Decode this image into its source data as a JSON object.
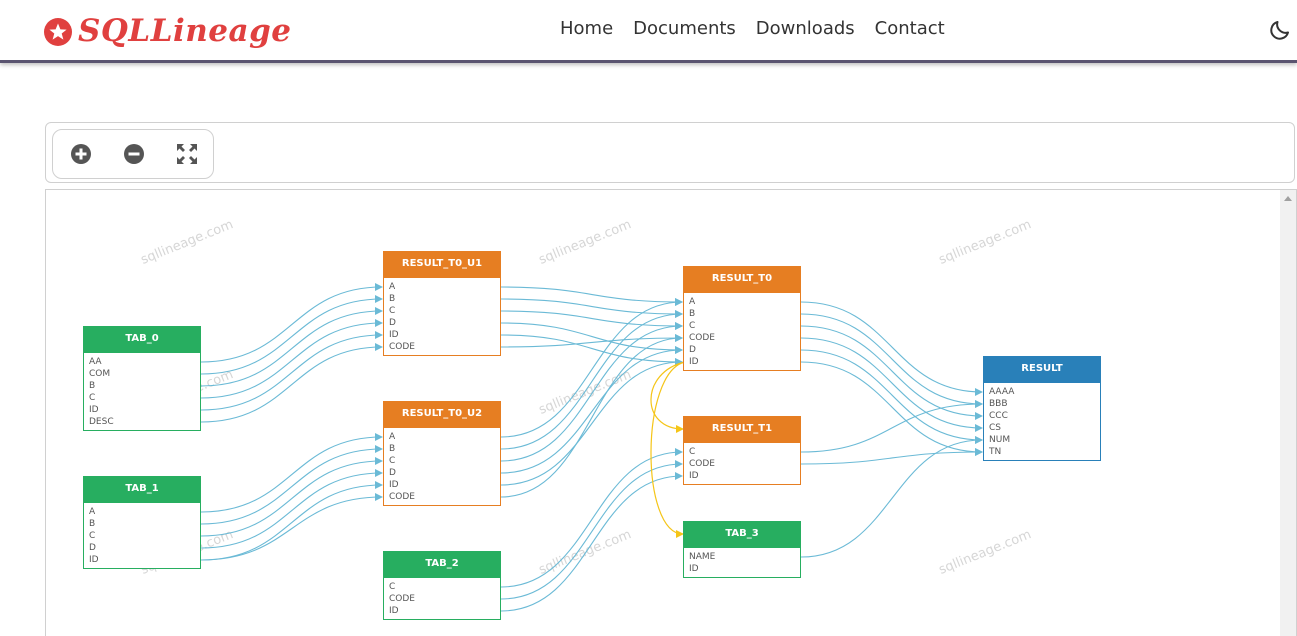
{
  "app": {
    "logo_text": "SQLLineage"
  },
  "nav": {
    "items": [
      {
        "label": "Home"
      },
      {
        "label": "Documents"
      },
      {
        "label": "Downloads"
      },
      {
        "label": "Contact"
      }
    ]
  },
  "toolbar": {
    "zoom_in_icon": "plus-circle-icon",
    "zoom_out_icon": "minus-circle-icon",
    "fullscreen_icon": "expand-icon"
  },
  "watermark": "sqllineage.com",
  "colors": {
    "brand": "#e0403f",
    "source_table": "#27ae60",
    "intermediate_table": "#e67e22",
    "target_table": "#2980b9",
    "column_edge": "#6bbad6",
    "table_edge": "#f5c518"
  },
  "graph": {
    "nodes": [
      {
        "id": "TAB_0",
        "type": "green",
        "title": "TAB_0",
        "fields": [
          "AA",
          "COM",
          "B",
          "C",
          "ID",
          "DESC"
        ]
      },
      {
        "id": "TAB_1",
        "type": "green",
        "title": "TAB_1",
        "fields": [
          "A",
          "B",
          "C",
          "D",
          "ID"
        ]
      },
      {
        "id": "TAB_2",
        "type": "green",
        "title": "TAB_2",
        "fields": [
          "C",
          "CODE",
          "ID"
        ]
      },
      {
        "id": "RESULT_T0_U1",
        "type": "orange",
        "title": "RESULT_T0_U1",
        "fields": [
          "A",
          "B",
          "C",
          "D",
          "ID",
          "CODE"
        ]
      },
      {
        "id": "RESULT_T0_U2",
        "type": "orange",
        "title": "RESULT_T0_U2",
        "fields": [
          "A",
          "B",
          "C",
          "D",
          "ID",
          "CODE"
        ]
      },
      {
        "id": "RESULT_T0",
        "type": "orange",
        "title": "RESULT_T0",
        "fields": [
          "A",
          "B",
          "C",
          "CODE",
          "D",
          "ID"
        ]
      },
      {
        "id": "RESULT_T1",
        "type": "orange",
        "title": "RESULT_T1",
        "fields": [
          "C",
          "CODE",
          "ID"
        ]
      },
      {
        "id": "TAB_3",
        "type": "green",
        "title": "TAB_3",
        "fields": [
          "NAME",
          "ID"
        ]
      },
      {
        "id": "RESULT",
        "type": "blue",
        "title": "RESULT",
        "fields": [
          "AAAA",
          "BBB",
          "CCC",
          "CS",
          "NUM",
          "TN"
        ]
      }
    ],
    "edges": [
      [
        "TAB_0",
        0,
        "RESULT_T0_U1",
        0
      ],
      [
        "TAB_0",
        1,
        "RESULT_T0_U1",
        1
      ],
      [
        "TAB_0",
        2,
        "RESULT_T0_U1",
        2
      ],
      [
        "TAB_0",
        3,
        "RESULT_T0_U1",
        3
      ],
      [
        "TAB_0",
        4,
        "RESULT_T0_U1",
        4
      ],
      [
        "TAB_0",
        5,
        "RESULT_T0_U1",
        5
      ],
      [
        "TAB_1",
        0,
        "RESULT_T0_U2",
        0
      ],
      [
        "TAB_1",
        1,
        "RESULT_T0_U2",
        1
      ],
      [
        "TAB_1",
        2,
        "RESULT_T0_U2",
        2
      ],
      [
        "TAB_1",
        3,
        "RESULT_T0_U2",
        3
      ],
      [
        "TAB_1",
        4,
        "RESULT_T0_U2",
        4
      ],
      [
        "TAB_1",
        4,
        "RESULT_T0_U2",
        5
      ],
      [
        "RESULT_T0_U1",
        0,
        "RESULT_T0",
        0
      ],
      [
        "RESULT_T0_U1",
        1,
        "RESULT_T0",
        1
      ],
      [
        "RESULT_T0_U1",
        2,
        "RESULT_T0",
        2
      ],
      [
        "RESULT_T0_U1",
        3,
        "RESULT_T0",
        4
      ],
      [
        "RESULT_T0_U1",
        4,
        "RESULT_T0",
        5
      ],
      [
        "RESULT_T0_U1",
        5,
        "RESULT_T0",
        3
      ],
      [
        "RESULT_T0_U2",
        0,
        "RESULT_T0",
        0
      ],
      [
        "RESULT_T0_U2",
        1,
        "RESULT_T0",
        1
      ],
      [
        "RESULT_T0_U2",
        2,
        "RESULT_T0",
        2
      ],
      [
        "RESULT_T0_U2",
        3,
        "RESULT_T0",
        4
      ],
      [
        "RESULT_T0_U2",
        4,
        "RESULT_T0",
        5
      ],
      [
        "RESULT_T0_U2",
        5,
        "RESULT_T0",
        3
      ],
      [
        "TAB_2",
        0,
        "RESULT_T1",
        0
      ],
      [
        "TAB_2",
        1,
        "RESULT_T1",
        1
      ],
      [
        "TAB_2",
        2,
        "RESULT_T1",
        2
      ],
      [
        "RESULT_T0",
        0,
        "RESULT",
        0
      ],
      [
        "RESULT_T0",
        1,
        "RESULT",
        1
      ],
      [
        "RESULT_T0",
        2,
        "RESULT",
        2
      ],
      [
        "RESULT_T0",
        3,
        "RESULT",
        3
      ],
      [
        "RESULT_T0",
        4,
        "RESULT",
        4
      ],
      [
        "RESULT_T0",
        5,
        "RESULT",
        5
      ],
      [
        "RESULT_T1",
        0,
        "RESULT",
        1
      ],
      [
        "RESULT_T1",
        1,
        "RESULT",
        5
      ],
      [
        "TAB_3",
        0,
        "RESULT",
        4
      ]
    ],
    "table_edges": [
      [
        "RESULT_T0",
        "RESULT_T1"
      ],
      [
        "RESULT_T0",
        "TAB_3"
      ]
    ]
  }
}
